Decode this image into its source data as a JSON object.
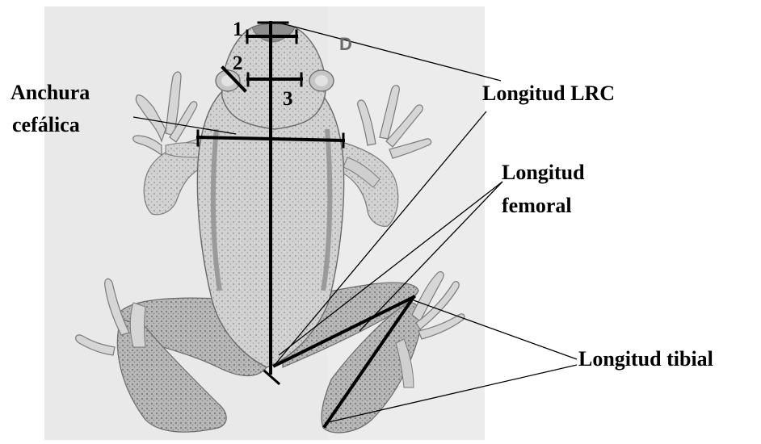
{
  "labels": {
    "anchura_cefalica_line1": "Anchura",
    "anchura_cefalica_line2": "cefálica",
    "longitud_lrc": "Longitud LRC",
    "longitud_femoral_line1": "Longitud",
    "longitud_femoral_line2": "femoral",
    "longitud_tibial": "Longitud tibial",
    "marker_d": "D",
    "num_1": "1",
    "num_2": "2",
    "num_3": "3"
  },
  "colors": {
    "background_panel": "#e9e9e9",
    "frog_body": "#cfcfcf",
    "frog_shade": "#a9a9a9",
    "measure_line": "#000000",
    "marker_d": "#6b6b6b"
  }
}
